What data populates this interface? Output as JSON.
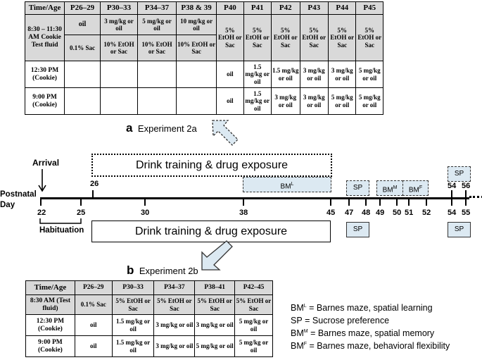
{
  "tableA": {
    "headers": [
      "Time/Age",
      "P26–29",
      "P30–33",
      "P34–37",
      "P38 & 39",
      "P40",
      "P41",
      "P42",
      "P43",
      "P44",
      "P45"
    ],
    "row1_label": "8:30 – 11:30 AM Cookie Test fluid",
    "row1": {
      "p26_top": "oil",
      "p26_bot": "0.1% Sac",
      "p30_top": "3 mg/kg or oil",
      "p30_bot": "10% EtOH or Sac",
      "p34_top": "5 mg/kg or oil",
      "p34_bot": "10% EtOH or Sac",
      "p38_top": "10 mg/kg or oil",
      "p38_bot": "10% EtOH or Sac",
      "p40": "5% EtOH or Sac",
      "p41": "5% EtOH or Sac",
      "p42": "5% EtOH or Sac",
      "p43": "5% EtOH or Sac",
      "p44": "5% EtOH or Sac",
      "p45": "5% EtOH or Sac"
    },
    "row2_label": "12:30 PM (Cookie)",
    "row2": [
      "",
      "",
      "",
      "",
      "oil",
      "1.5 mg/kg or oil",
      "1.5 mg/kg or oil",
      "3 mg/kg or oil",
      "3 mg/kg or oil",
      "5 mg/kg or oil"
    ],
    "row3_label": "9:00 PM (Cookie)",
    "row3": [
      "",
      "",
      "",
      "",
      "oil",
      "1.5 mg/kg or oil",
      "3 mg/kg or oil",
      "3 mg/kg or oil",
      "5 mg/kg or oil",
      "5 mg/kg or oil"
    ]
  },
  "tableB": {
    "headers": [
      "Time/Age",
      "P26–29",
      "P30–33",
      "P34–37",
      "P38–41",
      "P42–45"
    ],
    "rows": [
      {
        "label": "8:30 AM (Test fluid)",
        "cells": [
          "0.1% Sac",
          "5% EtOH or Sac",
          "5% EtOH or Sac",
          "5% EtOH or Sac",
          "5% EtOH or Sac"
        ]
      },
      {
        "label": "12:30 PM (Cookie)",
        "cells": [
          "oil",
          "1.5 mg/kg or oil",
          "3 mg/kg or oil",
          "3 mg/kg or oil",
          "5 mg/kg or oil"
        ]
      },
      {
        "label": "9:00 PM (Cookie)",
        "cells": [
          "oil",
          "1.5 mg/kg or oil",
          "3 mg/kg or oil",
          "5 mg/kg or oil",
          "5 mg/kg or oil"
        ]
      }
    ]
  },
  "labels": {
    "exp_a_letter": "a",
    "exp_a": "Experiment 2a",
    "exp_b_letter": "b",
    "exp_b": "Experiment 2b",
    "drink_top": "Drink training & drug exposure",
    "drink_bottom": "Drink training & drug exposure",
    "arrival": "Arrival",
    "postnatal": "Postnatal",
    "day": "Day",
    "habituation": "Habituation"
  },
  "timeline": {
    "above": {
      "d26": "26",
      "d54": "54",
      "d56": "56"
    },
    "below": [
      "22",
      "25",
      "30",
      "38",
      "45",
      "47",
      "48",
      "49",
      "50",
      "51",
      "52",
      "54",
      "55"
    ]
  },
  "pills": {
    "bml": "BM",
    "bml_sup": "L",
    "sp_a": "SP",
    "bmm": "BM",
    "bmm_sup": "M",
    "bmf": "BM",
    "bmf_sup": "F",
    "sp_a2": "SP",
    "sp_b1": "SP",
    "sp_b2": "SP"
  },
  "legend": [
    {
      "abbr": "BM",
      "sup": "L",
      "text": " = Barnes maze, spatial learning"
    },
    {
      "abbr": "SP",
      "sup": "",
      "text": " = Sucrose preference"
    },
    {
      "abbr": "BM",
      "sup": "M",
      "text": " = Barnes maze, spatial memory"
    },
    {
      "abbr": "BM",
      "sup": "F",
      "text": " = Barnes maze, behavioral flexibility"
    }
  ],
  "colors": {
    "shade": "#d9d9d9",
    "pill": "#dce9f2"
  }
}
